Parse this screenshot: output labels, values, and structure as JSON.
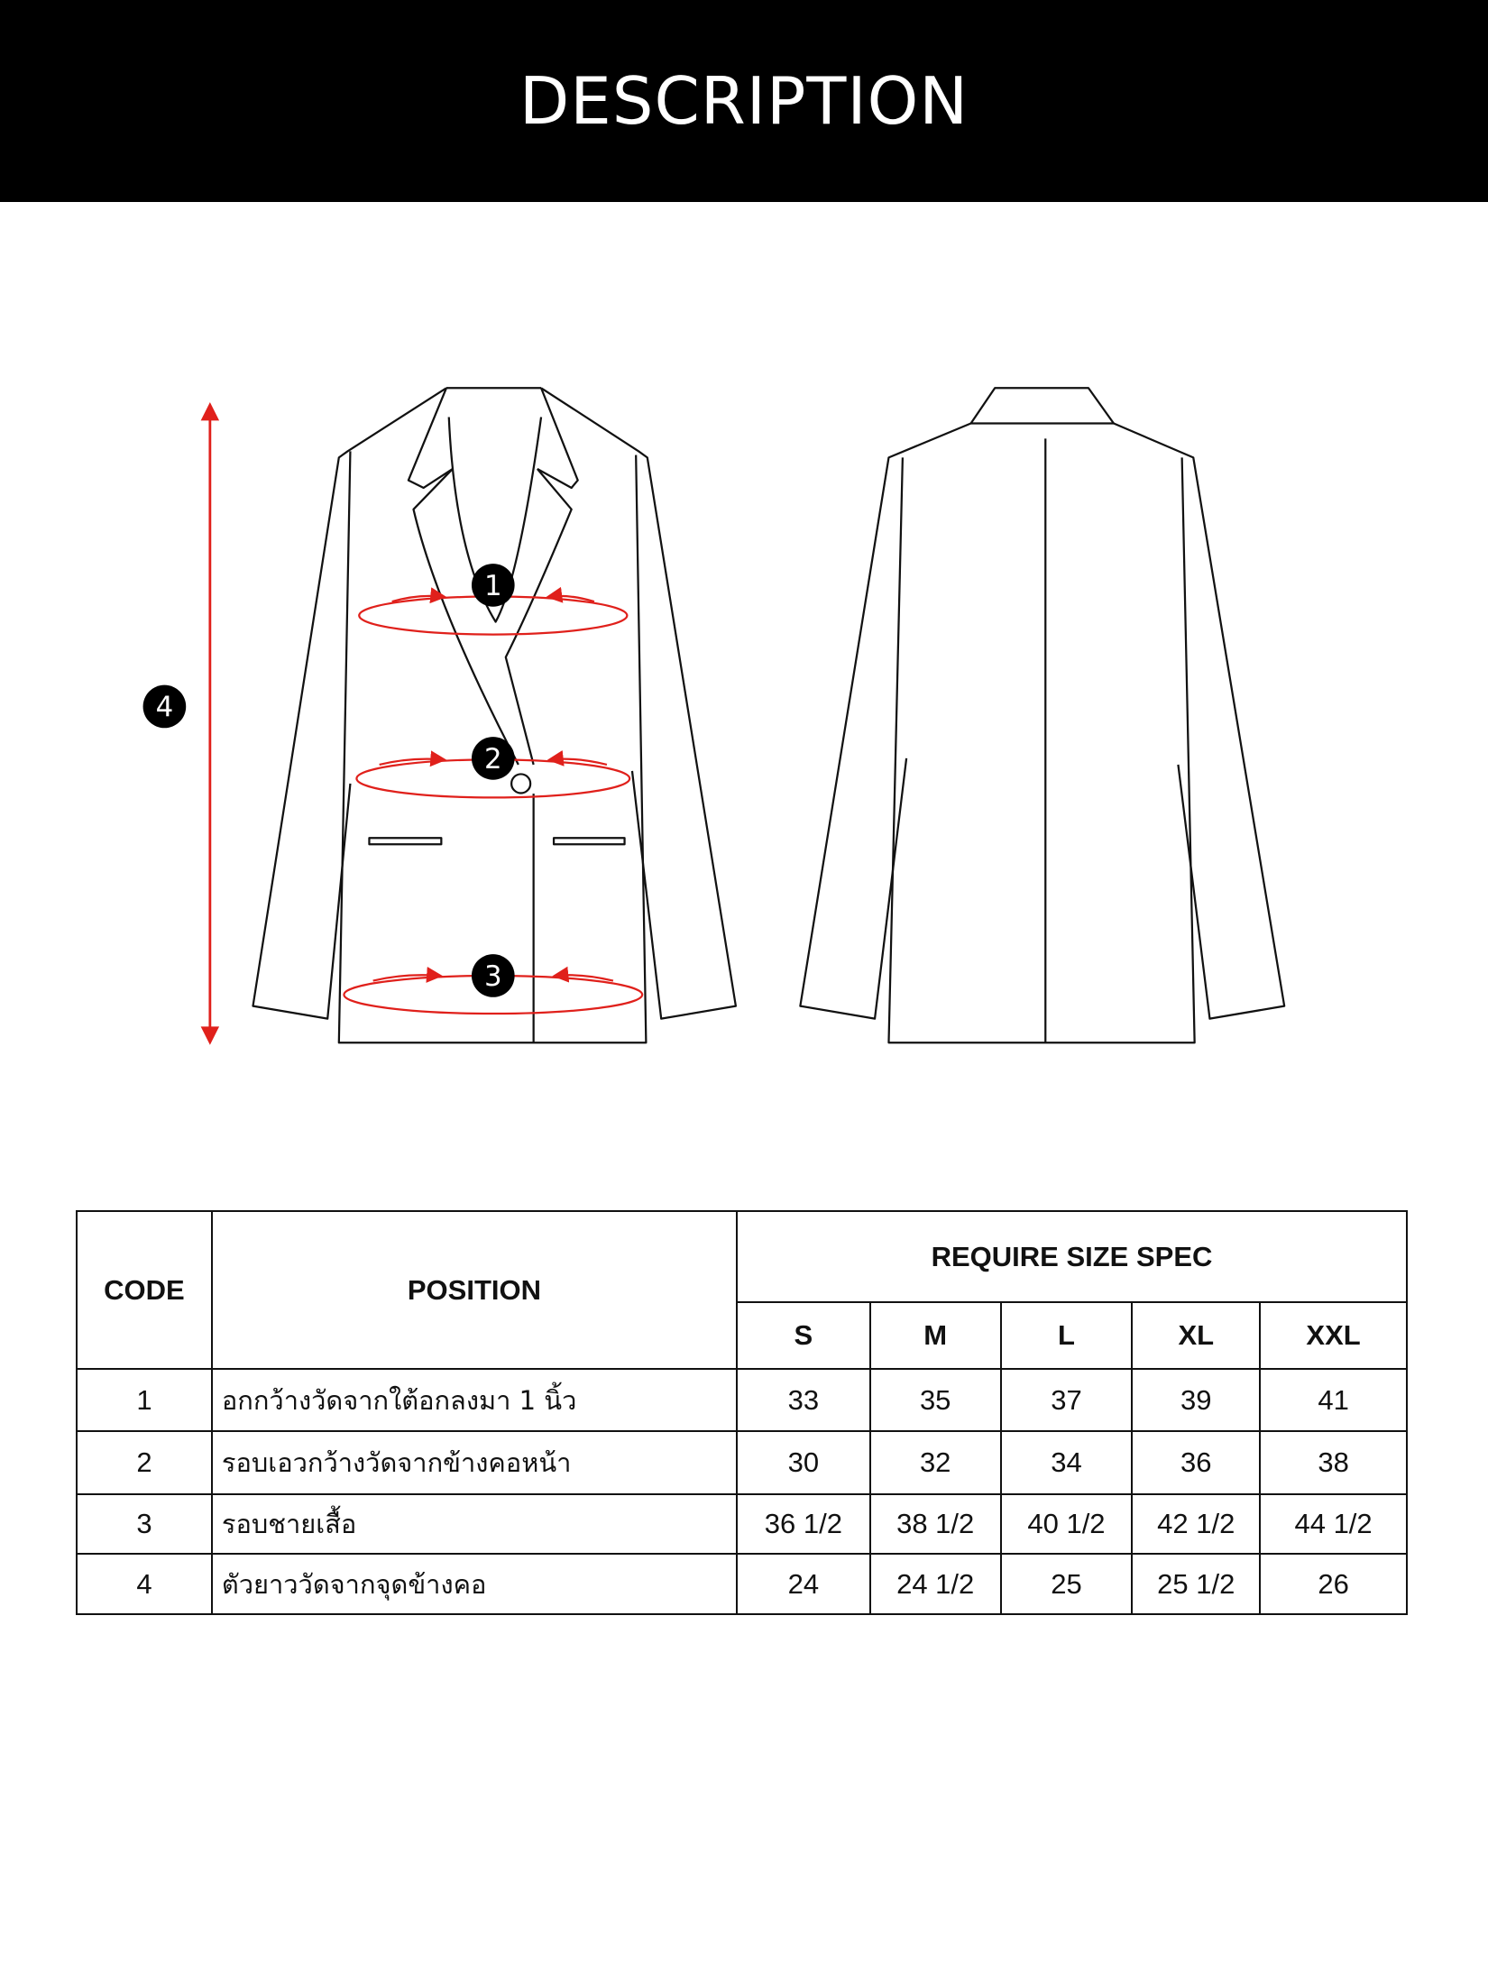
{
  "header": {
    "title": "DESCRIPTION"
  },
  "diagram": {
    "markers": [
      "1",
      "2",
      "3",
      "4"
    ],
    "accent_color": "#e0201b"
  },
  "table": {
    "code_header": "CODE",
    "position_header": "POSITION",
    "spec_header": "REQUIRE SIZE SPEC",
    "sizes": [
      "S",
      "M",
      "L",
      "XL",
      "XXL"
    ],
    "rows": [
      {
        "code": "1",
        "position": "อกกว้างวัดจากใต้อกลงมา 1 นิ้ว",
        "values": [
          "33",
          "35",
          "37",
          "39",
          "41"
        ]
      },
      {
        "code": "2",
        "position": "รอบเอวกว้างวัดจากข้างคอหน้า",
        "values": [
          "30",
          "32",
          "34",
          "36",
          "38"
        ]
      },
      {
        "code": "3",
        "position": "รอบชายเสื้อ",
        "values": [
          "36 1/2",
          "38 1/2",
          "40 1/2",
          "42 1/2",
          "44 1/2"
        ]
      },
      {
        "code": "4",
        "position": "ตัวยาววัดจากจุดข้างคอ",
        "values": [
          "24",
          "24 1/2",
          "25",
          "25 1/2",
          "26"
        ]
      }
    ]
  }
}
